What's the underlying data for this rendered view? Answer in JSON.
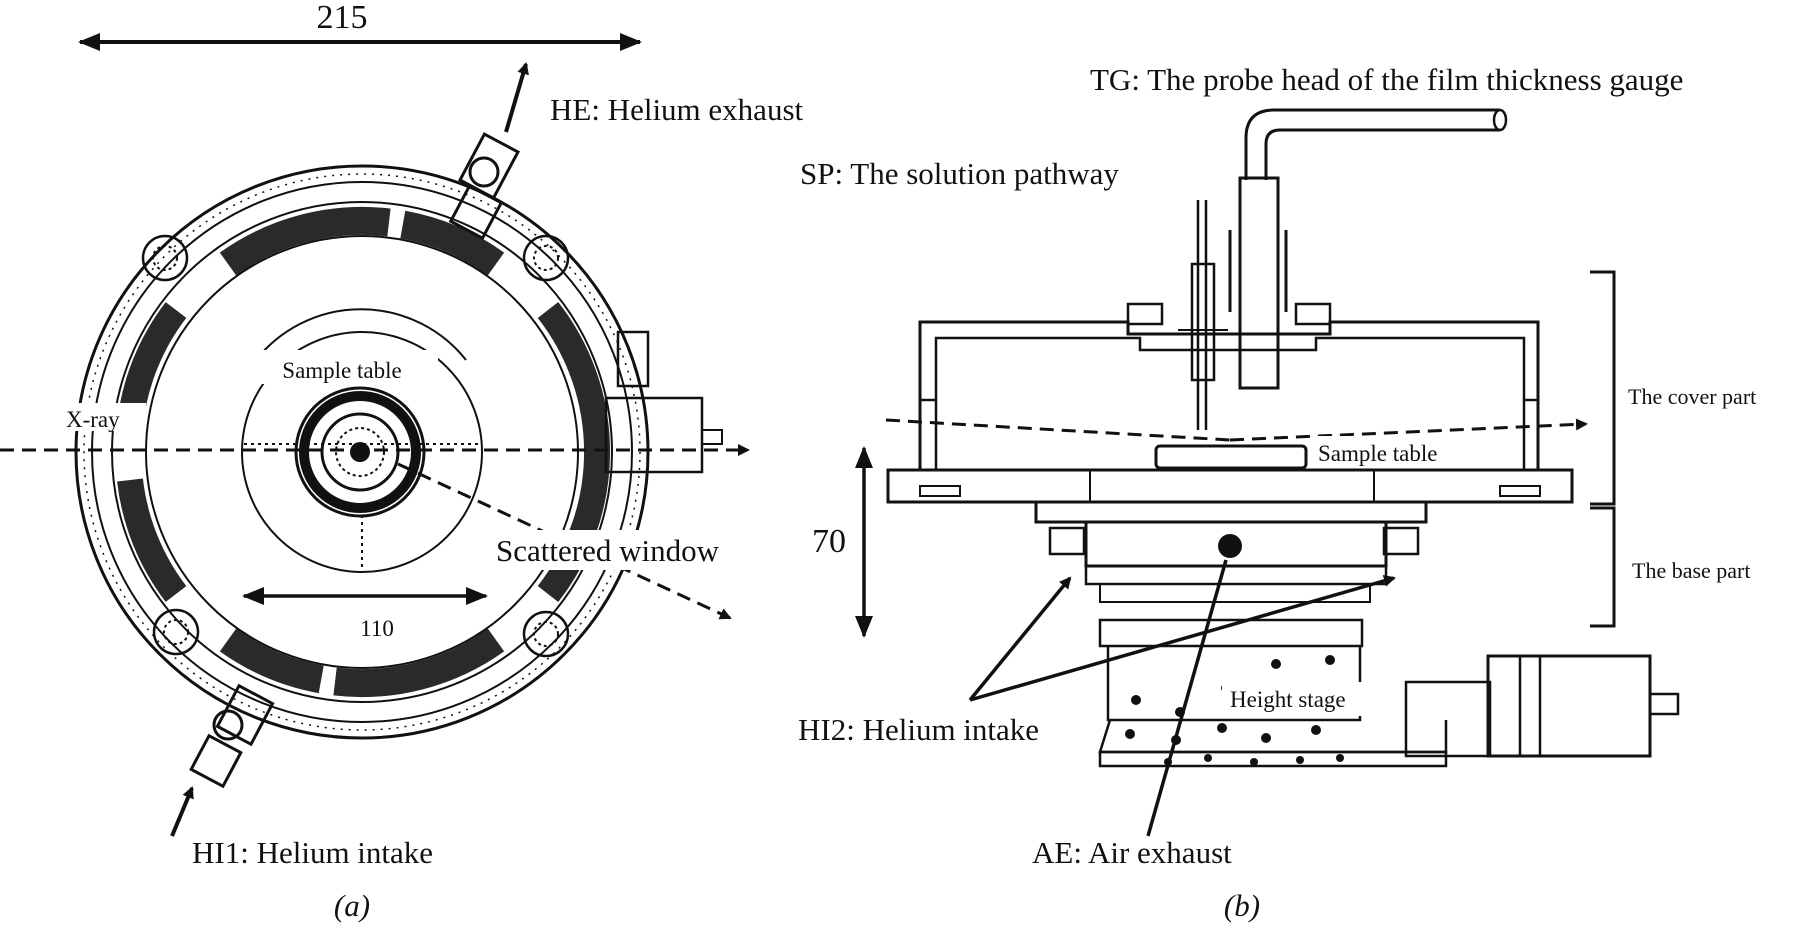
{
  "panel_a": {
    "caption": "(a)",
    "dimension_width": "215",
    "dimension_inner": "110",
    "labels": {
      "helium_exhaust": "HE: Helium exhaust",
      "helium_intake": "HI1: Helium intake",
      "sample_table": "Sample table",
      "xray": "X-ray",
      "scattered_window": "Scattered window"
    }
  },
  "panel_b": {
    "caption": "(b)",
    "dimension_height": "70",
    "labels": {
      "thickness_gauge": "TG: The probe head of the film thickness gauge",
      "solution_pathway": "SP: The solution pathway",
      "cover_part": "The cover part",
      "sample_table": "Sample table",
      "base_part": "The base part",
      "helium_intake": "HI2: Helium intake",
      "height_stage": "Height stage",
      "air_exhaust": "AE: Air exhaust"
    }
  },
  "colors": {
    "ink": "#111111",
    "background": "#ffffff"
  }
}
